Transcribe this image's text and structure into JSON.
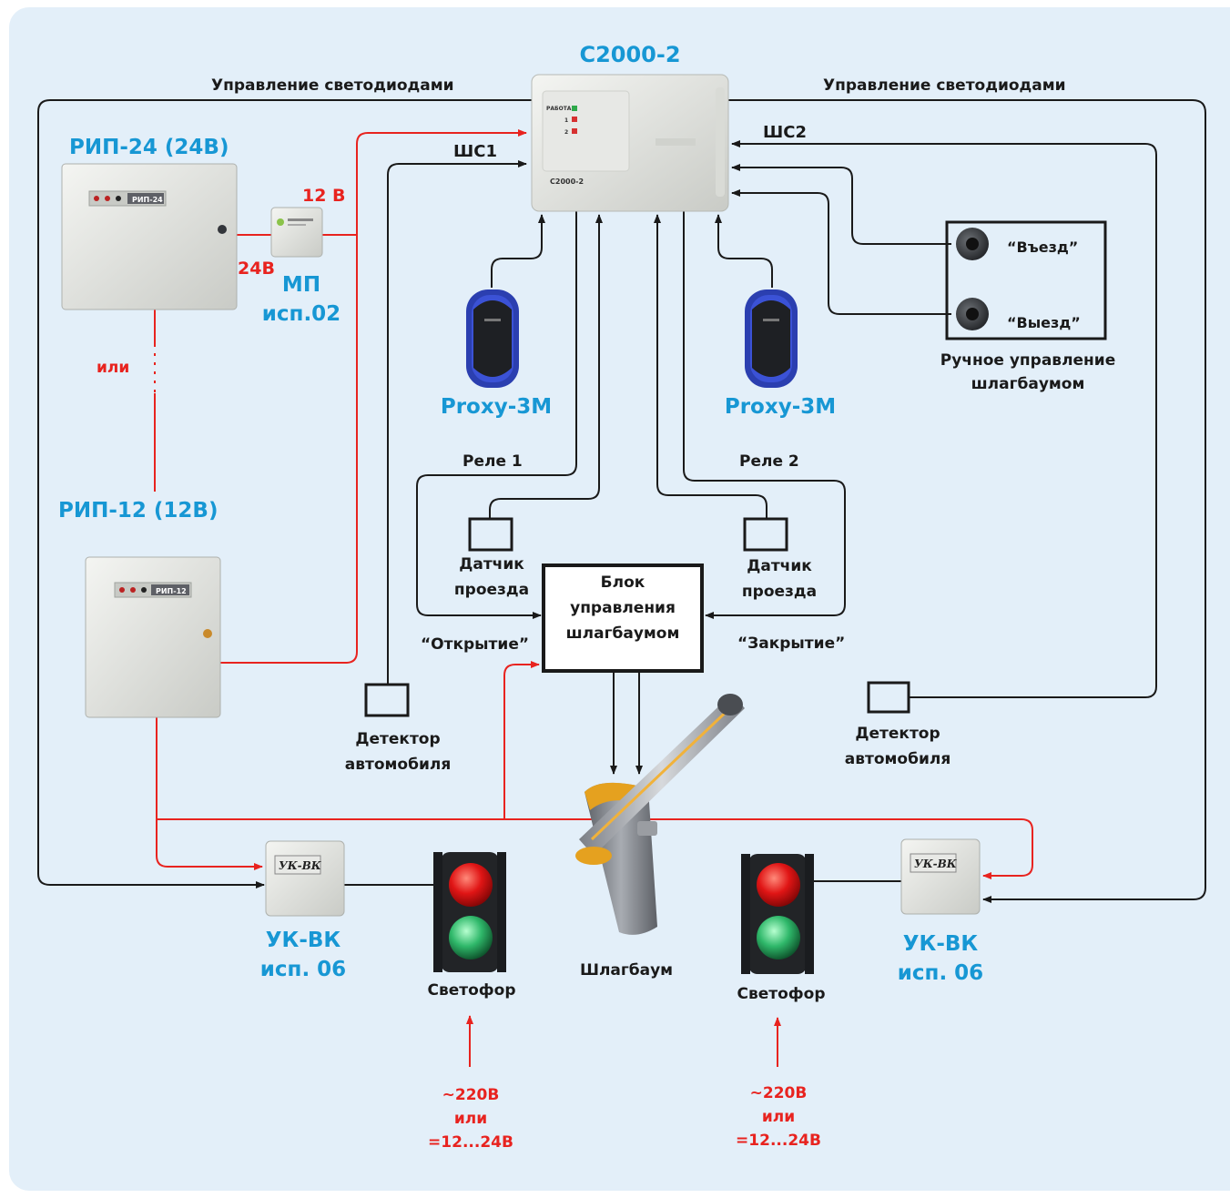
{
  "labels": {
    "c2000": "С2000-2",
    "led_left": "Управление светодиодами",
    "led_right": "Управление светодиодами",
    "rip24": "РИП-24 (24В)",
    "rip24_plate": "РИП-24",
    "rip12": "РИП-12 (12В)",
    "rip12_plate": "РИП-12",
    "v12": "12 В",
    "v24": "24В",
    "mp": "МП",
    "mp_isp": "исп.02",
    "ili": "или",
    "shs1": "ШС1",
    "shs2": "ШС2",
    "c2000_device_label": "С2000-2",
    "c2000_led_work": "РАБОТА",
    "c2000_led_1": "1",
    "c2000_led_2": "2",
    "proxy_left": "Proxy-3M",
    "proxy_right": "Proxy-3M",
    "entry": "“Въезд”",
    "exit": "“Выезд”",
    "manual_1": "Ручное управление",
    "manual_2": "шлагбаумом",
    "rele1": "Реле 1",
    "rele2": "Реле 2",
    "sensor_left_1": "Датчик",
    "sensor_left_2": "проезда",
    "sensor_right_1": "Датчик",
    "sensor_right_2": "проезда",
    "block_1": "Блок",
    "block_2": "управления",
    "block_3": "шлагбаумом",
    "open": "“Открытие”",
    "close": "“Закрытие”",
    "detector_left_1": "Детектор",
    "detector_left_2": "автомобиля",
    "detector_right_1": "Детектор",
    "detector_right_2": "автомобиля",
    "ukvk_plate_left": "УК-ВК",
    "ukvk_plate_right": "УК-ВК",
    "ukvk_left_1": "УК-ВК",
    "ukvk_left_2": "исп. 06",
    "ukvk_right_1": "УК-ВК",
    "ukvk_right_2": "исп. 06",
    "barrier": "Шлагбаум",
    "traffic_left": "Светофор",
    "traffic_right": "Светофор",
    "power_left_1": "~220В",
    "power_left_2": "или",
    "power_left_3": "=12...24В",
    "power_right_1": "~220В",
    "power_right_2": "или",
    "power_right_3": "=12...24В"
  },
  "colors": {
    "background": "#e3eff9",
    "title_blue": "#1797d4",
    "power_red": "#e8231f",
    "wire_black": "#1a1a1a",
    "proxy_blue": "#2b3fb0"
  }
}
